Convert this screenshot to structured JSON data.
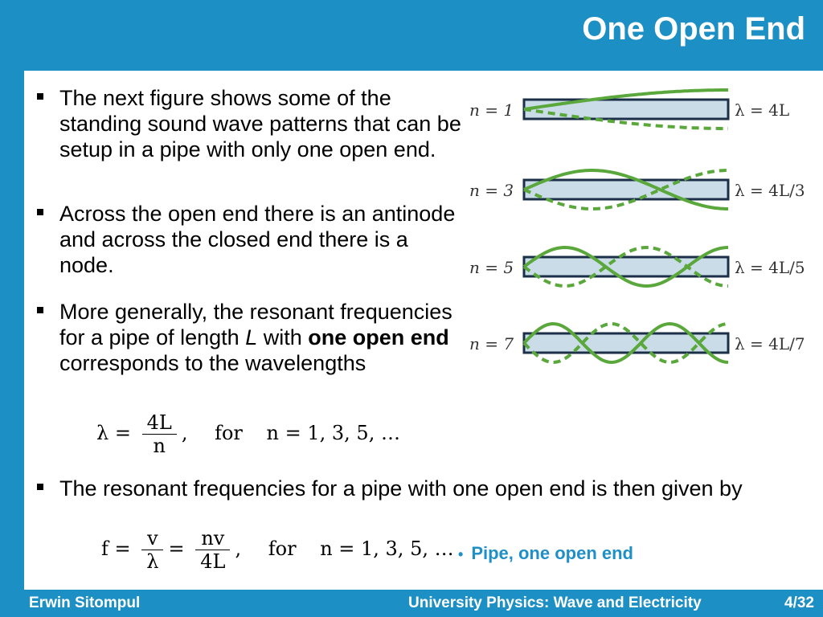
{
  "slide": {
    "title": "One Open End",
    "bullets": [
      "The next figure shows some of the standing sound wave patterns that can be setup in a pipe with only one open end.",
      "Across the open end there is an antinode and across the closed end there is a node.",
      "The resonant frequencies for a pipe with one open end is then given by"
    ],
    "bullet3": {
      "part1": "More generally, the resonant frequencies for a pipe of length",
      "length_symbol": "L",
      "part2": "with",
      "bold": "one open end",
      "part3": "corresponds to the wavelengths"
    },
    "equation_wavelength": {
      "lhs": "λ =",
      "numerator": "4L",
      "denominator": "n",
      "comma": ",",
      "for": "for",
      "condition": "n = 1, 3, 5, …"
    },
    "equation_frequency": {
      "lhs": "f =",
      "frac1_num": "v",
      "frac1_den": "λ",
      "equals": "=",
      "frac2_num": "nv",
      "frac2_den": "4L",
      "comma": ",",
      "for": "for",
      "condition": "n = 1, 3, 5, …"
    },
    "note": "Pipe, one open end",
    "footer": {
      "author": "Erwin Sitompul",
      "course": "University Physics: Wave and Electricity",
      "page": "4/32"
    }
  },
  "figure": {
    "rows": [
      {
        "n_label": "n = 1",
        "wavelength_label": "λ = 4L",
        "harmonic": 1
      },
      {
        "n_label": "n = 3",
        "wavelength_label": "λ = 4L/3",
        "harmonic": 3
      },
      {
        "n_label": "n = 5",
        "wavelength_label": "λ = 4L/5",
        "harmonic": 5
      },
      {
        "n_label": "n = 7",
        "wavelength_label": "λ = 4L/7",
        "harmonic": 7
      }
    ],
    "colors": {
      "background": "#1c8fc4",
      "pipe_fill": "#c9dce8",
      "pipe_border": "#1c2f48",
      "wave": "#5aa83c",
      "note": "#1f8fc8"
    }
  }
}
